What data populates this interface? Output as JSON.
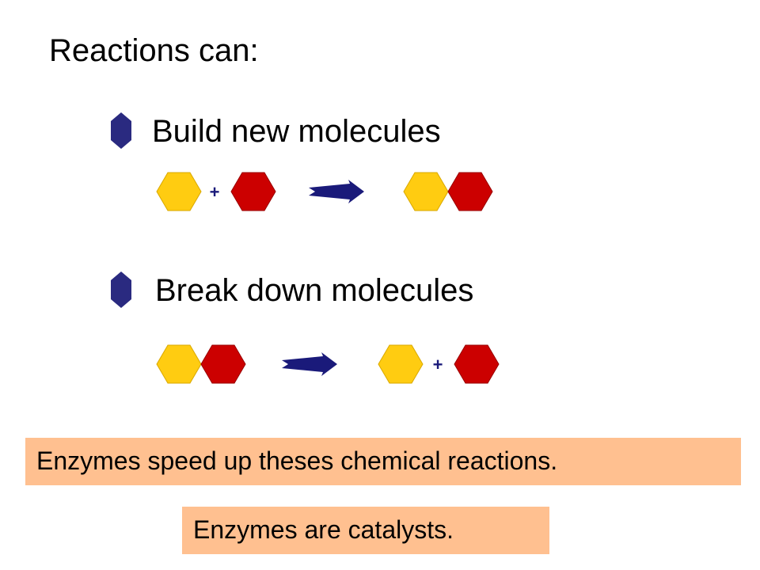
{
  "title": "Reactions can:",
  "bullets": [
    {
      "label": "Build new molecules"
    },
    {
      "label": "Break down molecules"
    }
  ],
  "diagram": {
    "plus_symbol": "+",
    "colors": {
      "molecule_a": "#FFCC11",
      "molecule_b": "#CC0000",
      "arrow": "#1A1A7A",
      "bullet": "#2A2A80",
      "callout_bg": "#FFC090"
    }
  },
  "callouts": [
    {
      "text": "Enzymes speed up theses chemical reactions."
    },
    {
      "text": "Enzymes are catalysts."
    }
  ]
}
